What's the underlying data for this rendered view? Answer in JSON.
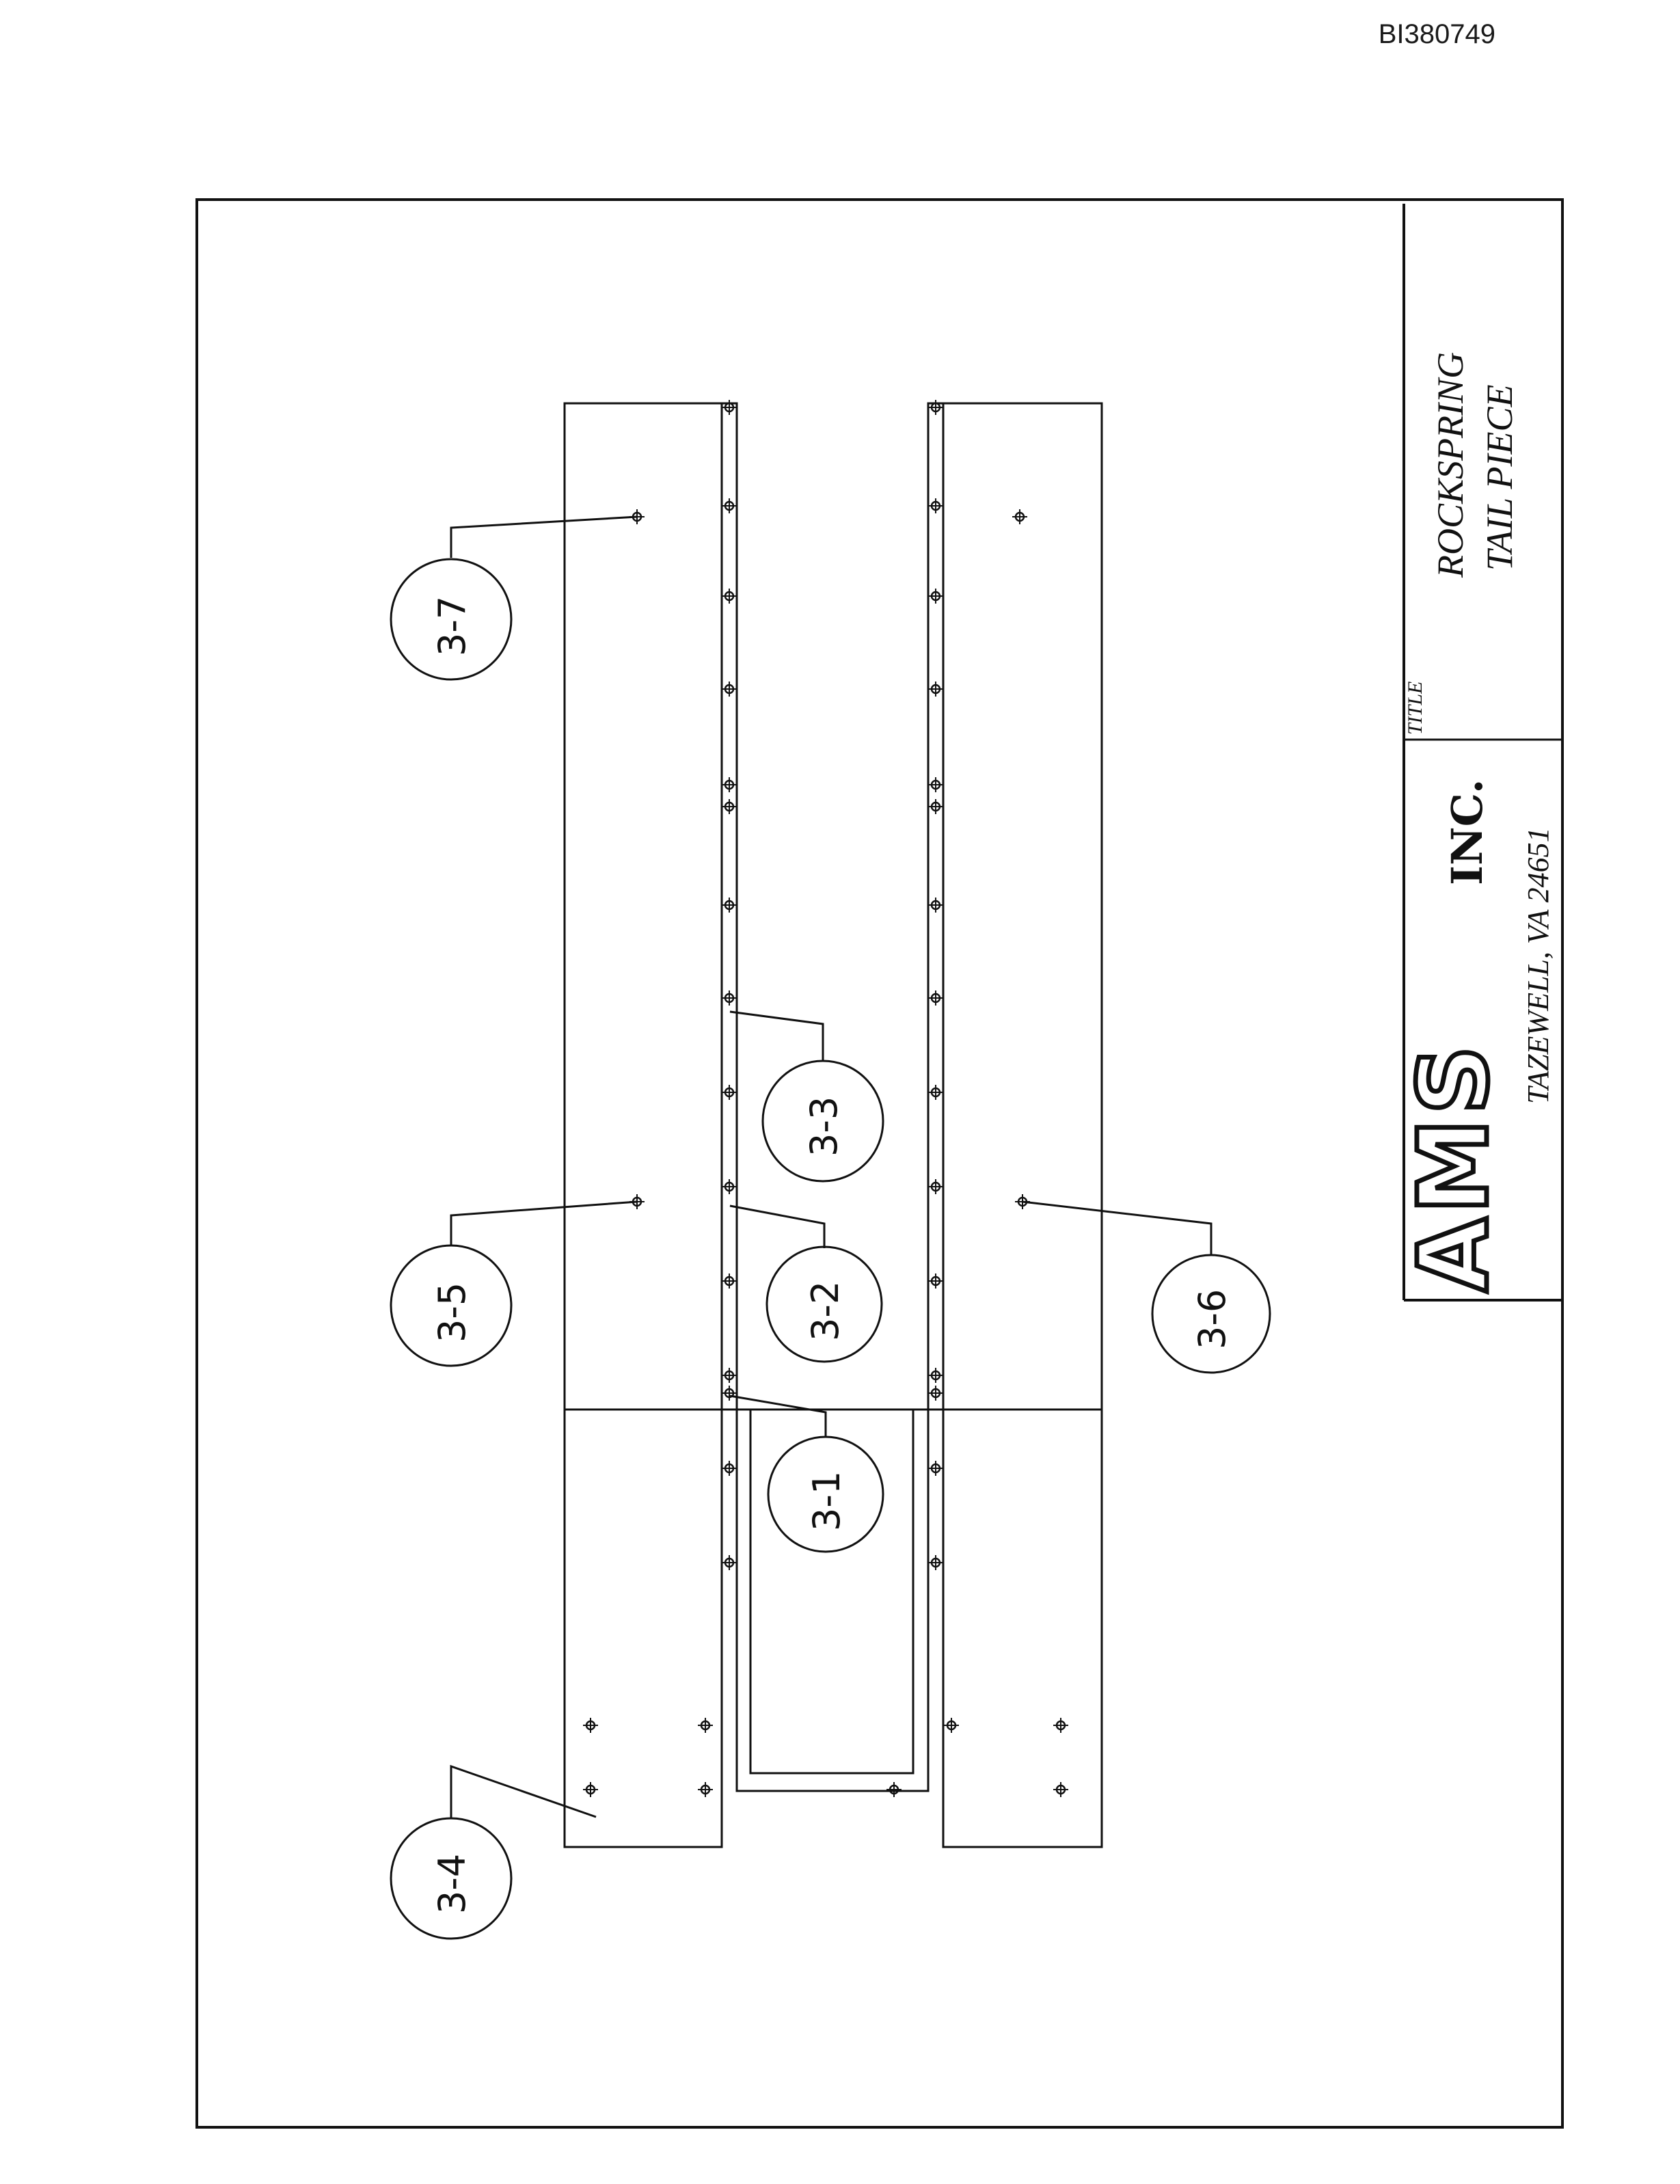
{
  "document": {
    "id": "BI380749"
  },
  "drawing": {
    "callouts": [
      "3-1",
      "3-2",
      "3-3",
      "3-4",
      "3-5",
      "3-6",
      "3-7"
    ]
  },
  "title_block": {
    "title_heading": "TITLE",
    "title_line1": "ROCKSPRING",
    "title_line2": "TAIL PIECE",
    "company_logo": "AMS",
    "company_suffix": "INC.",
    "address": "TAZEWELL, VA 24651"
  }
}
